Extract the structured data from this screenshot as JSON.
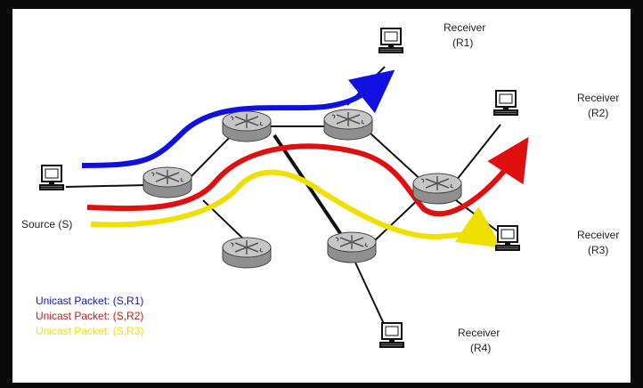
{
  "labels": {
    "source": "Source (S)",
    "r1": [
      "Receiver",
      "(R1)"
    ],
    "r2": [
      "Receiver",
      "(R2)"
    ],
    "r3": [
      "Receiver",
      "(R3)"
    ],
    "r4": [
      "Receiver",
      "(R4)"
    ]
  },
  "legend": [
    {
      "text": "Unicast Packet: (S,R1)",
      "color": "#1010e0"
    },
    {
      "text": "Unicast Packet: (S,R2)",
      "color": "#e01010"
    },
    {
      "text": "Unicast Packet: (S,R3)",
      "color": "#f0e000"
    }
  ],
  "colors": {
    "frame": "#0a0a0a",
    "border_teal": "#0f6f6f",
    "router_fill": "#b9b9b9",
    "flow_r1": "#1010e0",
    "flow_r2": "#e01010",
    "flow_r3": "#f0e000"
  }
}
